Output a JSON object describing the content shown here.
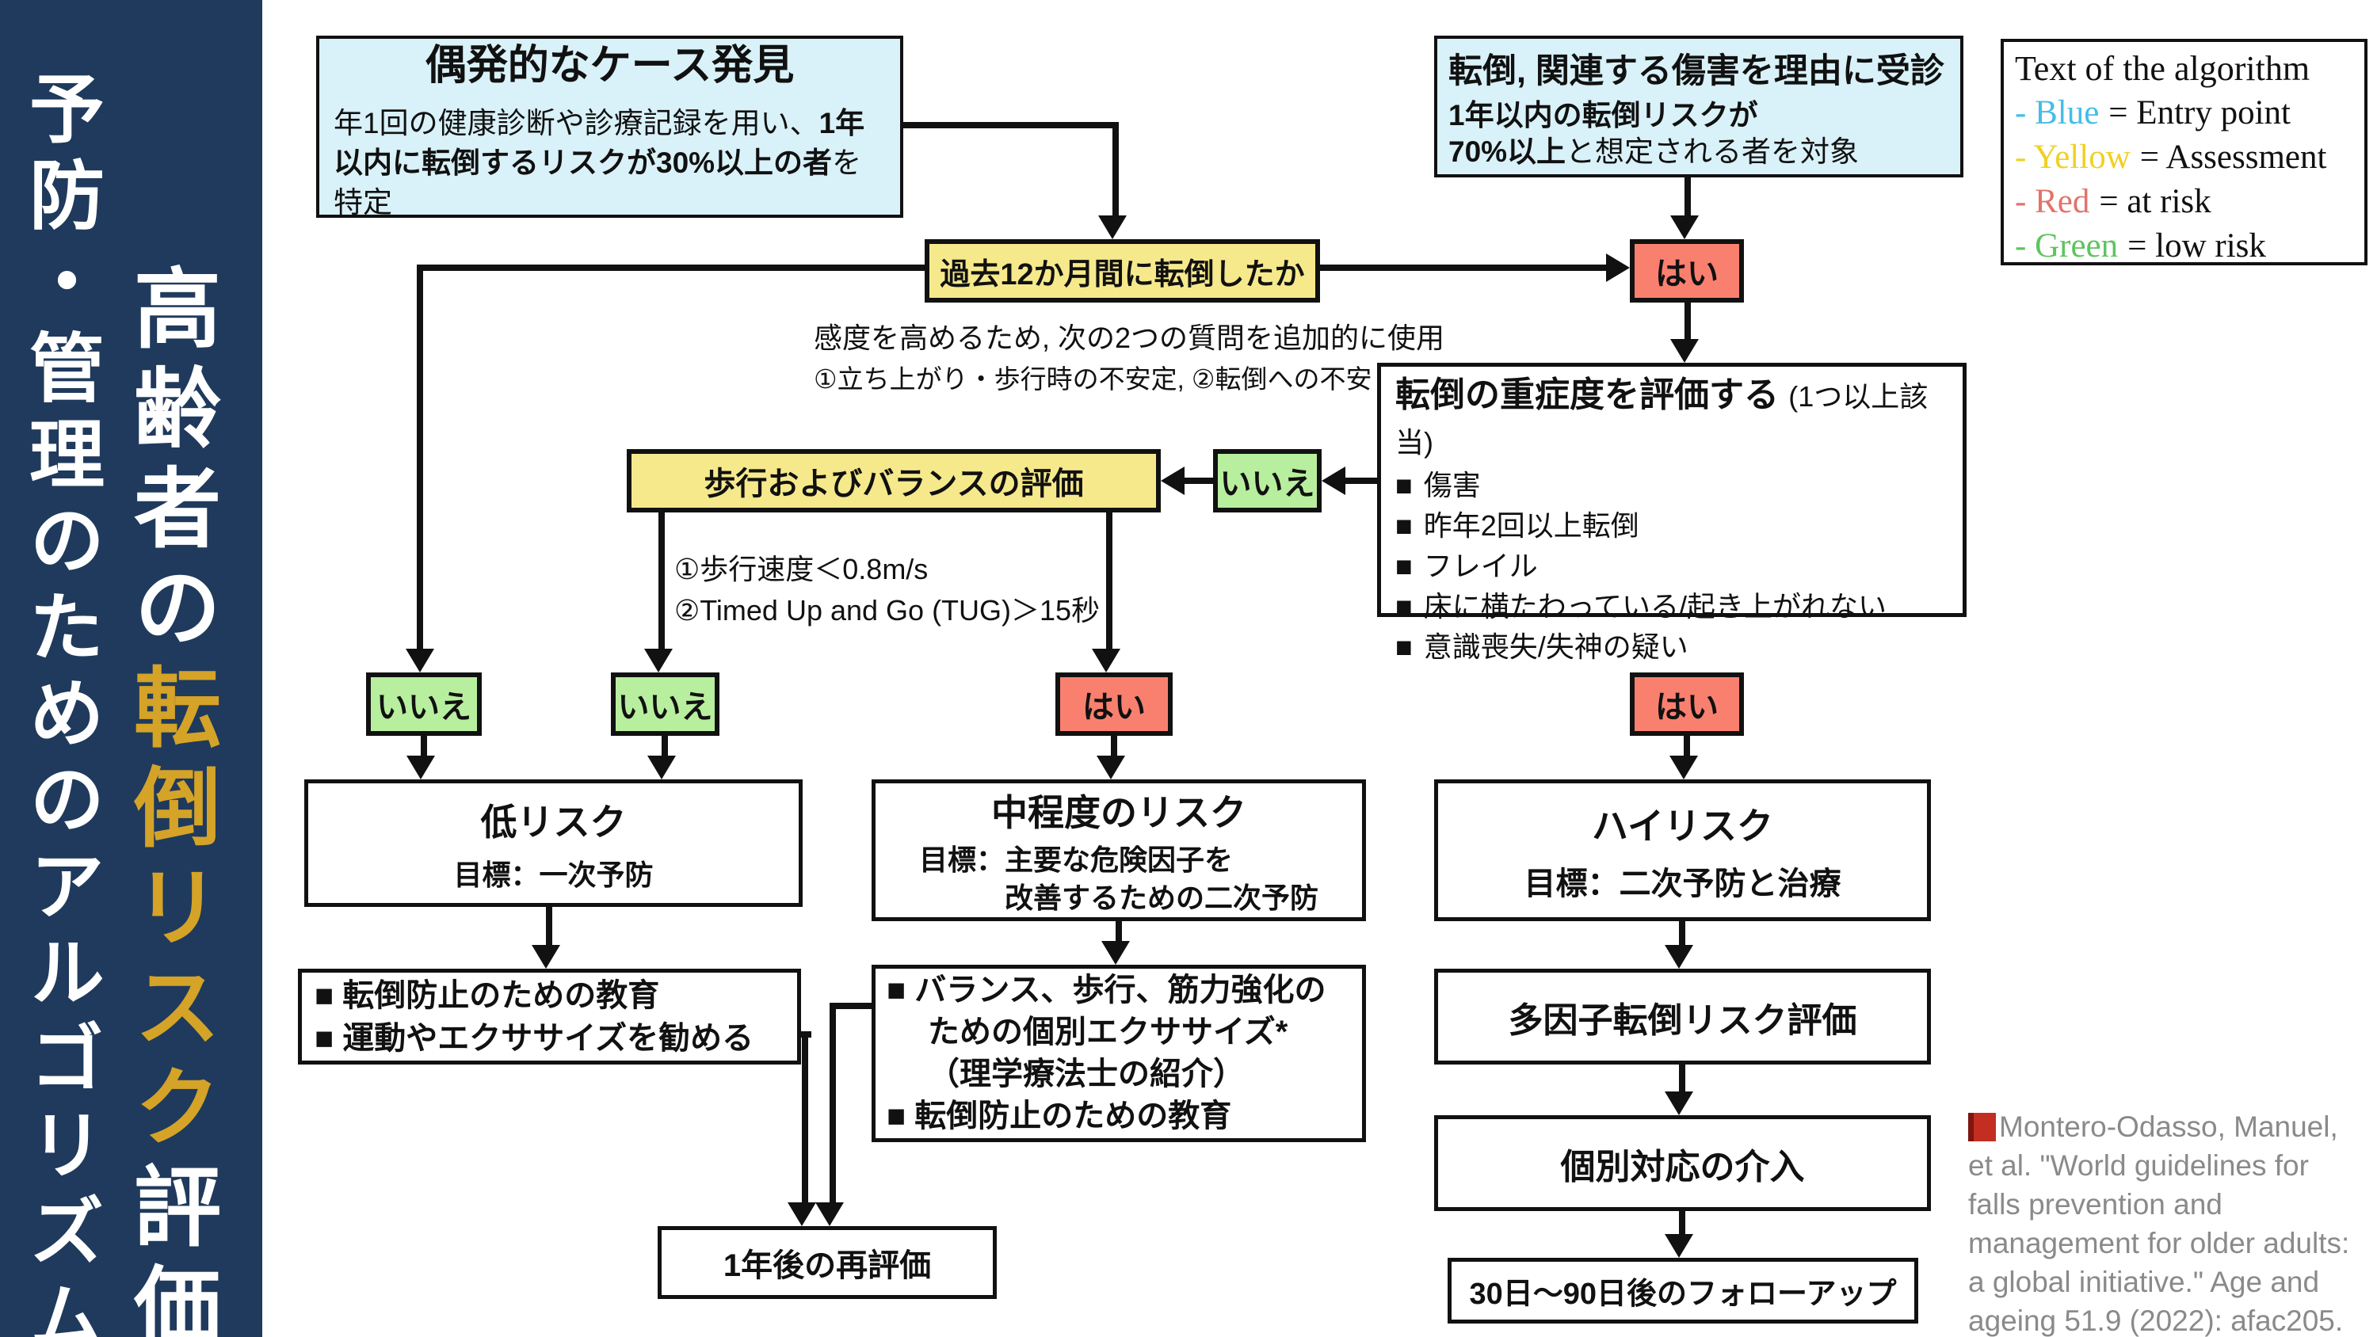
{
  "palette": {
    "navy": "#1f3a5c",
    "gold": "#d4a327",
    "ink": "#111111",
    "entry_blue": "#d9f1f8",
    "assessment_yellow": "#f6e98c",
    "at_risk_red": "#f9806f",
    "low_risk_green": "#b8ef9e",
    "citation_gray": "#8a8a8a"
  },
  "sidebar": {
    "title_pre": "高齢者の",
    "title_gold": "転倒リスク",
    "title_post": "評価",
    "subtitle": "予防・管理のためのアルゴリズム"
  },
  "legend": {
    "title": "Text of the algorithm",
    "items": [
      {
        "label": "- Blue",
        "rest": "= Entry point",
        "color": "#45bde8"
      },
      {
        "label": "- Yellow",
        "rest": "= Assessment",
        "color": "#f0d024"
      },
      {
        "label": "- Red",
        "rest": "= at risk",
        "color": "#e2736b"
      },
      {
        "label": "- Green",
        "rest": "= low risk",
        "color": "#5ec45e"
      }
    ]
  },
  "nodes": {
    "incidental": {
      "title": "偶発的なケース発見",
      "body_normal1": "年1回の健康診断や診療記録を用い、",
      "body_bold": "1年以内に転倒するリスクが30%以上の者",
      "body_normal2": "を特定"
    },
    "presenting": {
      "title": "転倒, 関連する傷害を理由に受診",
      "line1": "1年以内の転倒リスクが",
      "line2_bold": "70%以上",
      "line2_rest": "と想定される者を対象"
    },
    "fallen_question": "過去12か月間に転倒したか",
    "sensitivity_note1": "感度を高めるため, 次の2つの質問を追加的に使用",
    "sensitivity_note2": "①立ち上がり・歩行時の不安定, ②転倒への不安",
    "severity": {
      "title": "転倒の重症度を評価する",
      "title_paren": "(1つ以上該当)",
      "bullet": "■",
      "items": [
        "傷害",
        "昨年2回以上転倒",
        "フレイル",
        "床に横たわっている/起き上がれない",
        "意識喪失/失神の疑い"
      ]
    },
    "gait": "歩行およびバランスの評価",
    "gait_note1": "①歩行速度＜0.8m/s",
    "gait_note2": "②Timed Up and Go (TUG)＞15秒",
    "decisions": {
      "yes": "はい",
      "no": "いいえ"
    },
    "low": {
      "title": "低リスク",
      "goal": "目標：一次予防"
    },
    "moderate": {
      "title": "中程度のリスク",
      "goal1": "目標：主要な危険因子を",
      "goal2": "改善するための二次予防"
    },
    "high": {
      "title": "ハイリスク",
      "goal": "目標：二次予防と治療"
    },
    "education": {
      "line1": "■ 転倒防止のための教育",
      "line2": "■ 運動やエクササイズを勧める"
    },
    "exercise": {
      "line1": "■ バランス、歩行、筋力強化の",
      "line2": "ための個別エクササイズ*",
      "line3": "（理学療法士の紹介）",
      "line4": "■ 転倒防止のための教育"
    },
    "multifactor": "多因子転倒リスク評価",
    "individual": "個別対応の介入",
    "reassess": "1年後の再評価",
    "followup": "30日〜90日後のフォローアップ"
  },
  "citation": {
    "text": "Montero-Odasso, Manuel, et al. \"World guidelines for falls prevention and management for older adults: a global initiative.\" Age and ageing 51.9 (2022): afac205."
  }
}
